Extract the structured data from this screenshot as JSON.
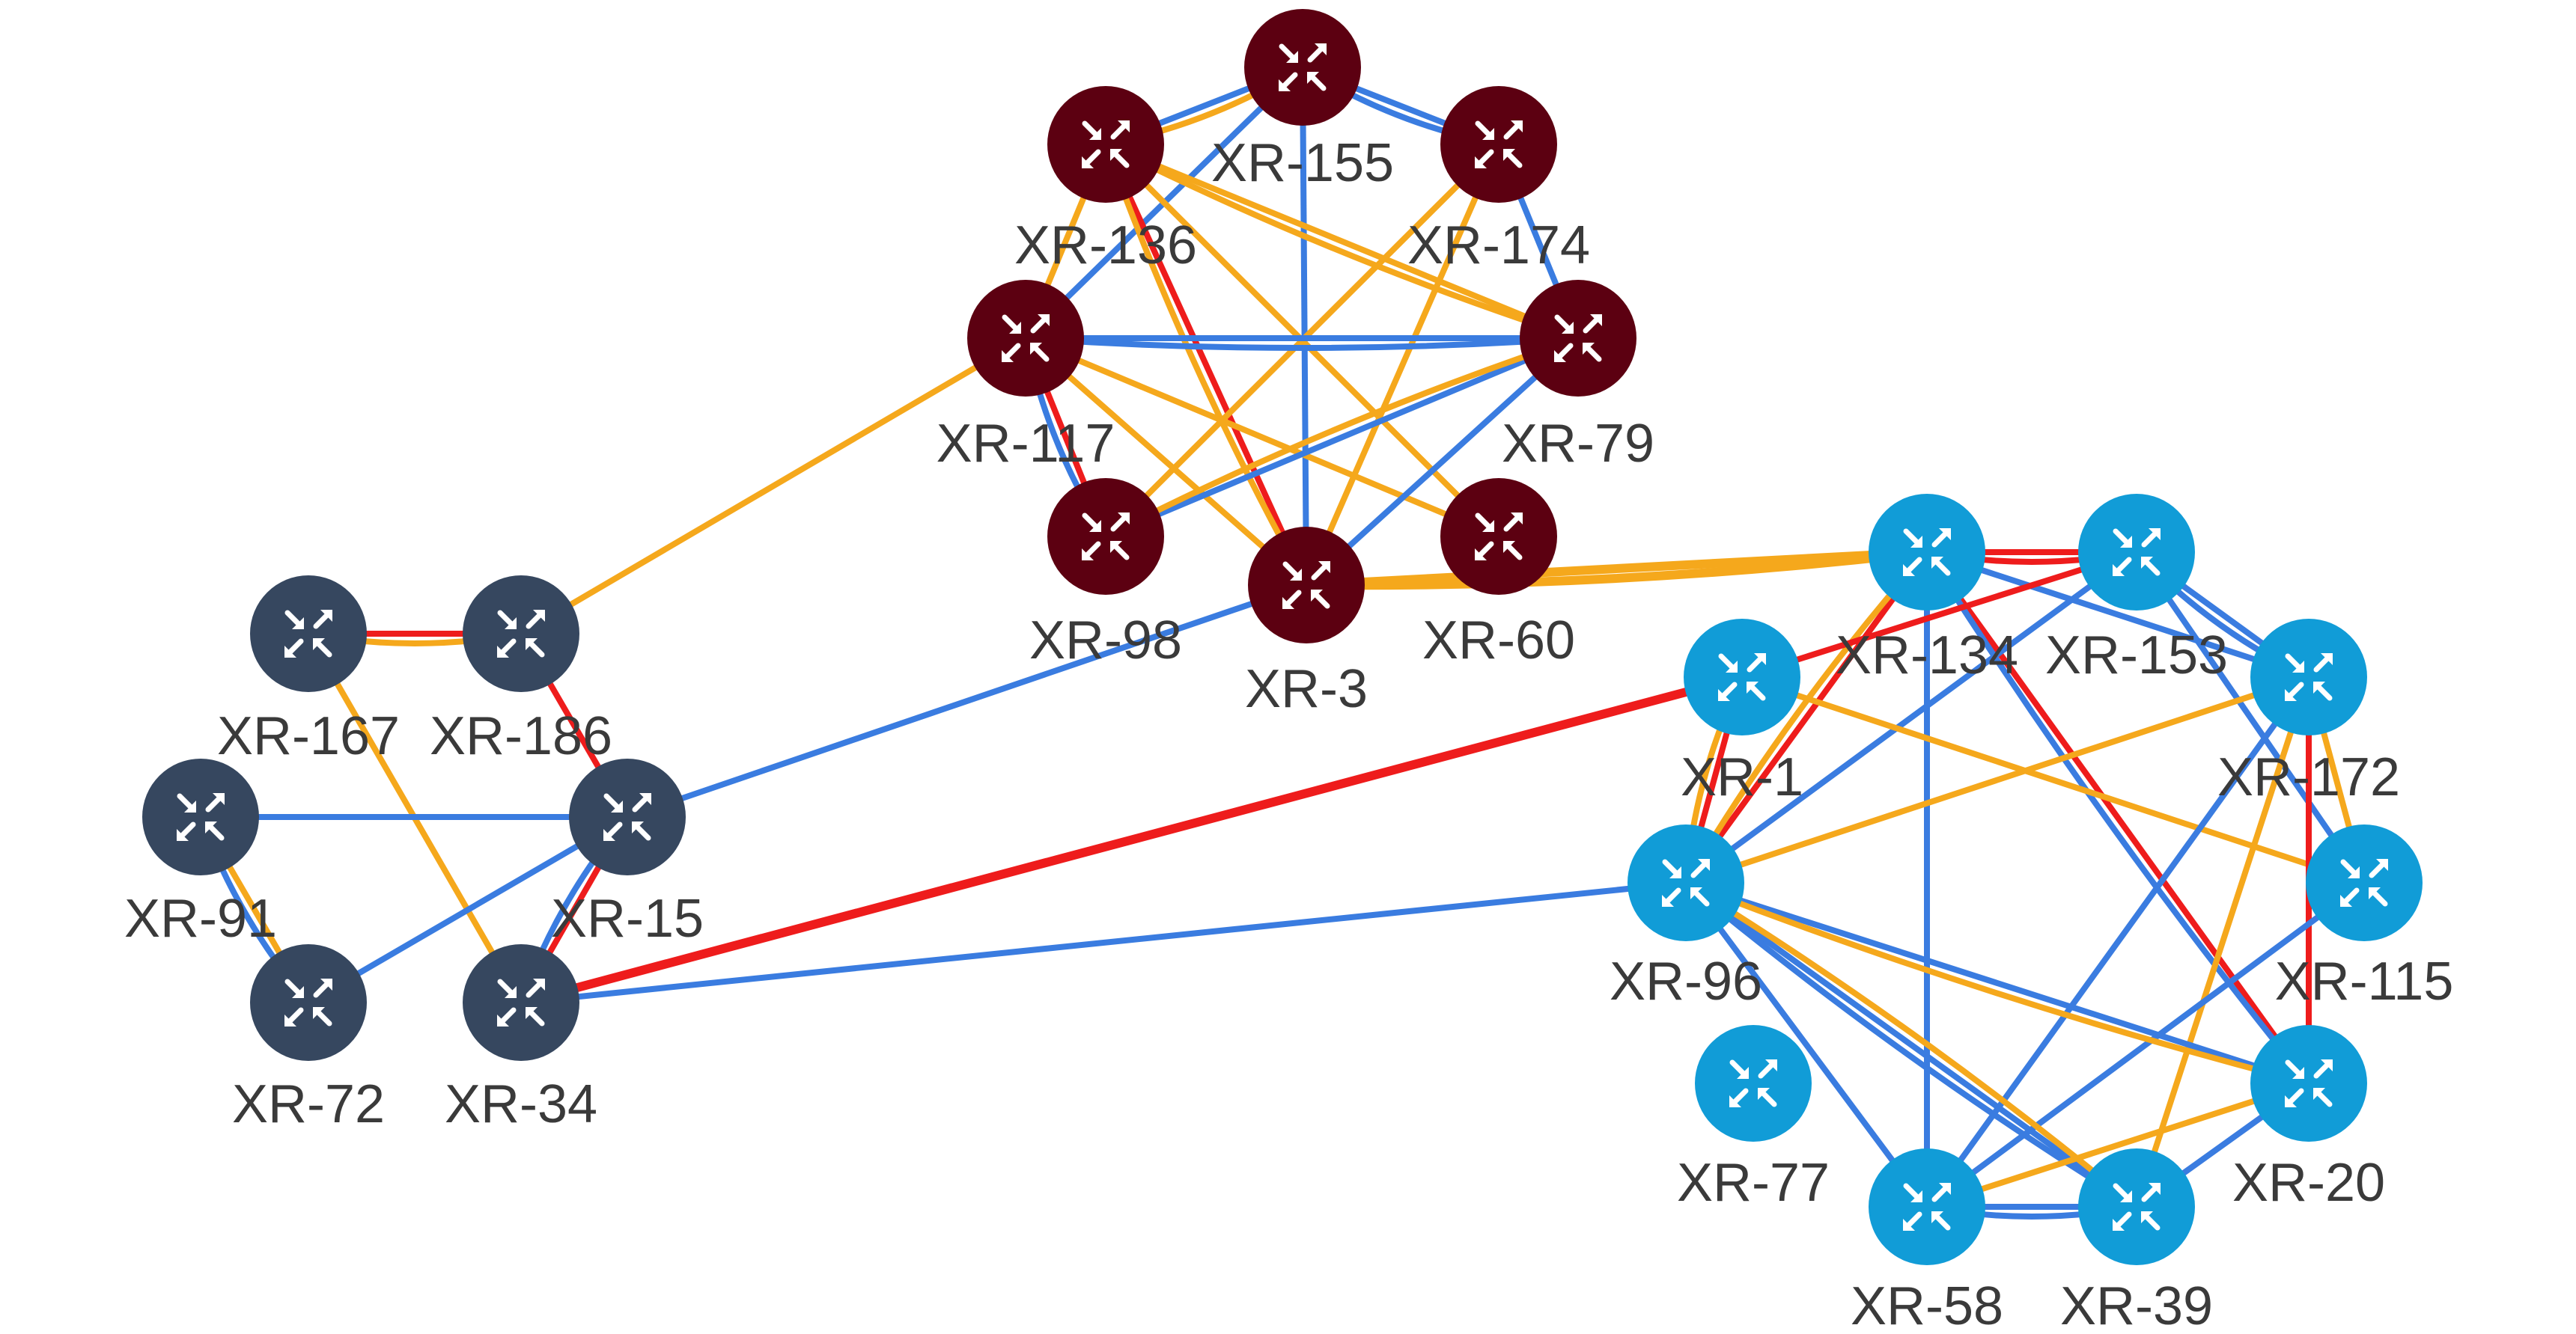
{
  "colors": {
    "group_slate": "#36475f",
    "group_maroon": "#5c0011",
    "group_blue": "#119cd7",
    "link_blue": "#3a7ce0",
    "link_orange": "#f5a81c",
    "link_red": "#ee1c1c",
    "label": "#3a3a3a",
    "background": "#ffffff"
  },
  "node_icon": "router-icon",
  "nodes": [
    {
      "id": "XR-155",
      "label": "XR-155",
      "group": "maroon"
    },
    {
      "id": "XR-136",
      "label": "XR-136",
      "group": "maroon"
    },
    {
      "id": "XR-174",
      "label": "XR-174",
      "group": "maroon"
    },
    {
      "id": "XR-117",
      "label": "XR-117",
      "group": "maroon"
    },
    {
      "id": "XR-79",
      "label": "XR-79",
      "group": "maroon"
    },
    {
      "id": "XR-98",
      "label": "XR-98",
      "group": "maroon"
    },
    {
      "id": "XR-60",
      "label": "XR-60",
      "group": "maroon"
    },
    {
      "id": "XR-3",
      "label": "XR-3",
      "group": "maroon"
    },
    {
      "id": "XR-167",
      "label": "XR-167",
      "group": "slate"
    },
    {
      "id": "XR-186",
      "label": "XR-186",
      "group": "slate"
    },
    {
      "id": "XR-91",
      "label": "XR-91",
      "group": "slate"
    },
    {
      "id": "XR-15",
      "label": "XR-15",
      "group": "slate"
    },
    {
      "id": "XR-72",
      "label": "XR-72",
      "group": "slate"
    },
    {
      "id": "XR-34",
      "label": "XR-34",
      "group": "slate"
    },
    {
      "id": "XR-134",
      "label": "XR-134",
      "group": "blue"
    },
    {
      "id": "XR-153",
      "label": "XR-153",
      "group": "blue"
    },
    {
      "id": "XR-1",
      "label": "XR-1",
      "group": "blue"
    },
    {
      "id": "XR-172",
      "label": "XR-172",
      "group": "blue"
    },
    {
      "id": "XR-96",
      "label": "XR-96",
      "group": "blue"
    },
    {
      "id": "XR-115",
      "label": "XR-115",
      "group": "blue"
    },
    {
      "id": "XR-77",
      "label": "XR-77",
      "group": "blue"
    },
    {
      "id": "XR-20",
      "label": "XR-20",
      "group": "blue"
    },
    {
      "id": "XR-58",
      "label": "XR-58",
      "group": "blue"
    },
    {
      "id": "XR-39",
      "label": "XR-39",
      "group": "blue"
    }
  ],
  "links": [
    {
      "from": "XR-136",
      "to": "XR-155",
      "color": "blue"
    },
    {
      "from": "XR-136",
      "to": "XR-155",
      "color": "orange"
    },
    {
      "from": "XR-155",
      "to": "XR-174",
      "color": "blue"
    },
    {
      "from": "XR-155",
      "to": "XR-174",
      "color": "blue"
    },
    {
      "from": "XR-155",
      "to": "XR-3",
      "color": "blue"
    },
    {
      "from": "XR-155",
      "to": "XR-117",
      "color": "blue"
    },
    {
      "from": "XR-136",
      "to": "XR-3",
      "color": "red"
    },
    {
      "from": "XR-136",
      "to": "XR-117",
      "color": "orange"
    },
    {
      "from": "XR-136",
      "to": "XR-79",
      "color": "orange"
    },
    {
      "from": "XR-136",
      "to": "XR-60",
      "color": "orange"
    },
    {
      "from": "XR-136",
      "to": "XR-79",
      "color": "orange"
    },
    {
      "from": "XR-136",
      "to": "XR-3",
      "color": "orange"
    },
    {
      "from": "XR-174",
      "to": "XR-98",
      "color": "orange"
    },
    {
      "from": "XR-174",
      "to": "XR-3",
      "color": "orange"
    },
    {
      "from": "XR-174",
      "to": "XR-79",
      "color": "blue"
    },
    {
      "from": "XR-117",
      "to": "XR-79",
      "color": "blue"
    },
    {
      "from": "XR-117",
      "to": "XR-79",
      "color": "blue"
    },
    {
      "from": "XR-117",
      "to": "XR-98",
      "color": "red"
    },
    {
      "from": "XR-117",
      "to": "XR-98",
      "color": "blue"
    },
    {
      "from": "XR-117",
      "to": "XR-60",
      "color": "orange"
    },
    {
      "from": "XR-117",
      "to": "XR-3",
      "color": "orange"
    },
    {
      "from": "XR-79",
      "to": "XR-98",
      "color": "blue"
    },
    {
      "from": "XR-79",
      "to": "XR-3",
      "color": "blue"
    },
    {
      "from": "XR-79",
      "to": "XR-98",
      "color": "orange"
    },
    {
      "from": "XR-117",
      "to": "XR-186",
      "color": "orange"
    },
    {
      "from": "XR-3",
      "to": "XR-15",
      "color": "blue"
    },
    {
      "from": "XR-3",
      "to": "XR-134",
      "color": "orange"
    },
    {
      "from": "XR-3",
      "to": "XR-134",
      "color": "orange"
    },
    {
      "from": "XR-167",
      "to": "XR-186",
      "color": "red"
    },
    {
      "from": "XR-167",
      "to": "XR-186",
      "color": "orange"
    },
    {
      "from": "XR-167",
      "to": "XR-34",
      "color": "orange"
    },
    {
      "from": "XR-186",
      "to": "XR-15",
      "color": "red"
    },
    {
      "from": "XR-91",
      "to": "XR-15",
      "color": "blue"
    },
    {
      "from": "XR-91",
      "to": "XR-72",
      "color": "orange"
    },
    {
      "from": "XR-91",
      "to": "XR-72",
      "color": "blue"
    },
    {
      "from": "XR-15",
      "to": "XR-72",
      "color": "blue"
    },
    {
      "from": "XR-15",
      "to": "XR-34",
      "color": "red"
    },
    {
      "from": "XR-15",
      "to": "XR-34",
      "color": "blue"
    },
    {
      "from": "XR-34",
      "to": "XR-1",
      "color": "red"
    },
    {
      "from": "XR-34",
      "to": "XR-96",
      "color": "blue"
    },
    {
      "from": "XR-134",
      "to": "XR-153",
      "color": "red"
    },
    {
      "from": "XR-134",
      "to": "XR-153",
      "color": "red"
    },
    {
      "from": "XR-134",
      "to": "XR-172",
      "color": "blue"
    },
    {
      "from": "XR-134",
      "to": "XR-20",
      "color": "red"
    },
    {
      "from": "XR-134",
      "to": "XR-20",
      "color": "blue"
    },
    {
      "from": "XR-134",
      "to": "XR-58",
      "color": "blue"
    },
    {
      "from": "XR-134",
      "to": "XR-96",
      "color": "red"
    },
    {
      "from": "XR-134",
      "to": "XR-96",
      "color": "orange"
    },
    {
      "from": "XR-153",
      "to": "XR-1",
      "color": "red"
    },
    {
      "from": "XR-153",
      "to": "XR-172",
      "color": "blue"
    },
    {
      "from": "XR-153",
      "to": "XR-172",
      "color": "blue"
    },
    {
      "from": "XR-153",
      "to": "XR-115",
      "color": "blue"
    },
    {
      "from": "XR-153",
      "to": "XR-96",
      "color": "blue"
    },
    {
      "from": "XR-1",
      "to": "XR-115",
      "color": "orange"
    },
    {
      "from": "XR-1",
      "to": "XR-96",
      "color": "red"
    },
    {
      "from": "XR-1",
      "to": "XR-96",
      "color": "orange"
    },
    {
      "from": "XR-172",
      "to": "XR-96",
      "color": "orange"
    },
    {
      "from": "XR-172",
      "to": "XR-20",
      "color": "red"
    },
    {
      "from": "XR-172",
      "to": "XR-115",
      "color": "orange"
    },
    {
      "from": "XR-172",
      "to": "XR-39",
      "color": "orange"
    },
    {
      "from": "XR-172",
      "to": "XR-58",
      "color": "blue"
    },
    {
      "from": "XR-115",
      "to": "XR-58",
      "color": "blue"
    },
    {
      "from": "XR-96",
      "to": "XR-20",
      "color": "blue"
    },
    {
      "from": "XR-96",
      "to": "XR-58",
      "color": "blue"
    },
    {
      "from": "XR-96",
      "to": "XR-39",
      "color": "blue"
    },
    {
      "from": "XR-96",
      "to": "XR-39",
      "color": "blue"
    },
    {
      "from": "XR-96",
      "to": "XR-39",
      "color": "orange"
    },
    {
      "from": "XR-96",
      "to": "XR-20",
      "color": "orange"
    },
    {
      "from": "XR-20",
      "to": "XR-39",
      "color": "blue"
    },
    {
      "from": "XR-58",
      "to": "XR-39",
      "color": "blue"
    },
    {
      "from": "XR-58",
      "to": "XR-39",
      "color": "blue"
    },
    {
      "from": "XR-58",
      "to": "XR-20",
      "color": "orange"
    }
  ]
}
